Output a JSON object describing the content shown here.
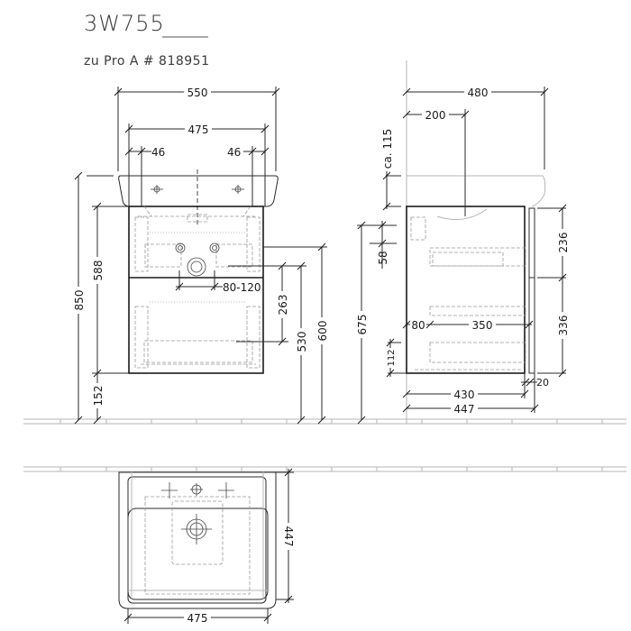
{
  "header": {
    "model": "3W755",
    "model_suffix_blank": "____",
    "subtitle": "zu Pro A # 818951"
  },
  "front_view": {
    "width_top": "550",
    "width_inner": "475",
    "tap_offset_left": "46",
    "tap_offset_right": "46",
    "total_height": "850",
    "cabinet_height": "588",
    "floor_clearance": "152",
    "drain_range": "80-120",
    "drawer_height": "263",
    "height_530": "530",
    "height_600": "600",
    "height_675": "675"
  },
  "side_view": {
    "depth_basin": "480",
    "depth_tap": "200",
    "overhang": "ca. 115",
    "gap_58": "58",
    "front_upper": "236",
    "front_lower": "336",
    "offset_80": "80",
    "span_350": "350",
    "bottom_112": "112",
    "front_thickness": "20",
    "depth_body": "430",
    "depth_total": "447"
  },
  "top_view": {
    "width": "475",
    "depth": "447"
  }
}
